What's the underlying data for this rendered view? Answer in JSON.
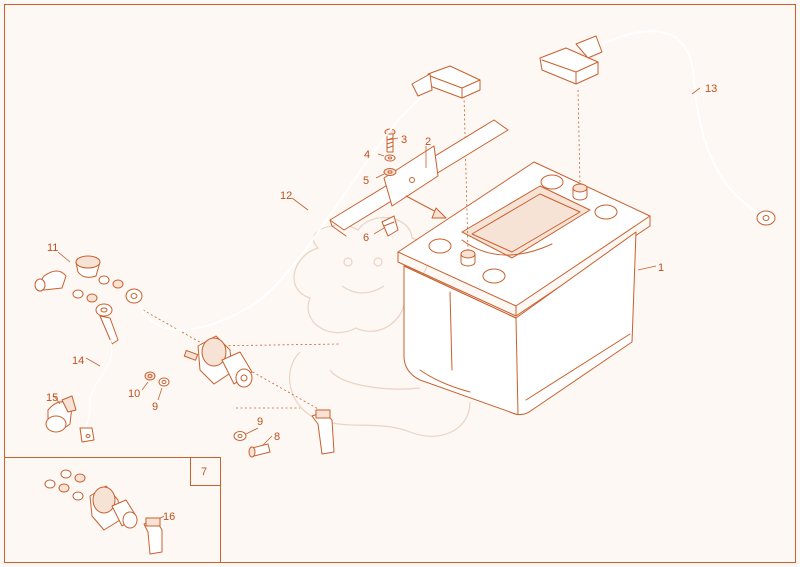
{
  "colors": {
    "line": "#c9602e",
    "text": "#c0501e",
    "fill": "#f6e3d6",
    "background": "#fdf8f4"
  },
  "callouts": [
    {
      "id": "1",
      "label": "1"
    },
    {
      "id": "2",
      "label": "2"
    },
    {
      "id": "3",
      "label": "3"
    },
    {
      "id": "4",
      "label": "4"
    },
    {
      "id": "5",
      "label": "5"
    },
    {
      "id": "6",
      "label": "6"
    },
    {
      "id": "7",
      "label": "7"
    },
    {
      "id": "8",
      "label": "8"
    },
    {
      "id": "9a",
      "label": "9"
    },
    {
      "id": "9b",
      "label": "9"
    },
    {
      "id": "10",
      "label": "10"
    },
    {
      "id": "11",
      "label": "11"
    },
    {
      "id": "12",
      "label": "12"
    },
    {
      "id": "13",
      "label": "13"
    },
    {
      "id": "14",
      "label": "14"
    },
    {
      "id": "15",
      "label": "15"
    },
    {
      "id": "16",
      "label": "16"
    }
  ],
  "parts": [
    {
      "id": "battery",
      "icon": "battery-icon"
    },
    {
      "id": "bracket",
      "icon": "hold-down-bracket-icon"
    },
    {
      "id": "screw",
      "icon": "screw-icon"
    },
    {
      "id": "washer",
      "icon": "washer-icon"
    },
    {
      "id": "clip",
      "icon": "clip-icon"
    },
    {
      "id": "positive-cable",
      "icon": "cable-icon"
    },
    {
      "id": "negative-cable",
      "icon": "cable-icon"
    },
    {
      "id": "ground-strap",
      "icon": "ground-strap-icon"
    },
    {
      "id": "terminal-post",
      "icon": "terminal-post-icon"
    },
    {
      "id": "terminal-cap",
      "icon": "terminal-cap-icon"
    },
    {
      "id": "elbow-cap",
      "icon": "elbow-cap-icon"
    },
    {
      "id": "inset-kit",
      "icon": "inset-kit-icon"
    }
  ]
}
